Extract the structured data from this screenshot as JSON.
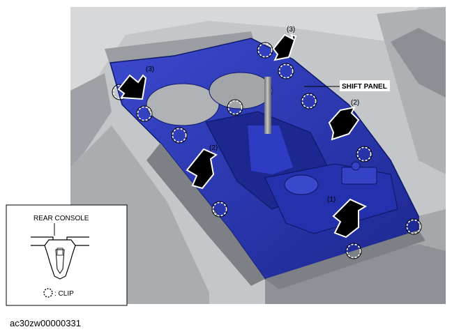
{
  "callouts": {
    "shift_panel": "SHIFT PANEL"
  },
  "steps": {
    "step1": "(1)",
    "step2": "(2)",
    "step3": "(3)"
  },
  "inset": {
    "title": "REAR CONSOLE",
    "legend": ": CLIP"
  },
  "figure_id": "ac30zw00000331",
  "colors": {
    "panel": "#2632b8",
    "panel_dark": "#15207e",
    "panel_light": "#4a58d6",
    "grey_bg": "#b8bbbe",
    "grey_dark": "#6f7377",
    "grey_light": "#d9dbdd"
  }
}
